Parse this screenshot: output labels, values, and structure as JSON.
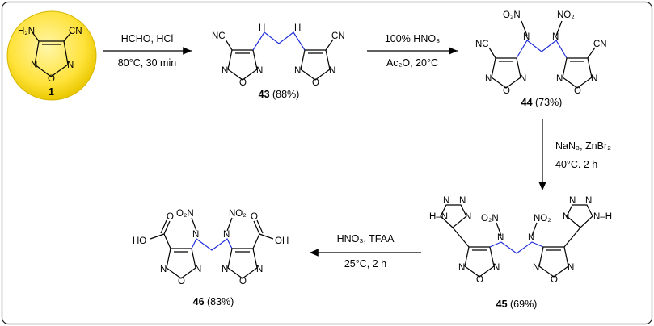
{
  "compounds": {
    "c1": {
      "num": "1"
    },
    "c43": {
      "num": "43",
      "yield": " (88%)"
    },
    "c44": {
      "num": "44",
      "yield": " (73%)"
    },
    "c45": {
      "num": "45",
      "yield": " (69%)"
    },
    "c46": {
      "num": "46",
      "yield": " (83%)"
    }
  },
  "atoms": {
    "CN": "CN",
    "NC": "NC",
    "H2N": "H₂N",
    "N": "N",
    "O": "O",
    "H": "H",
    "NO2": "NO₂",
    "O2N": "O₂N",
    "HO": "HO",
    "OH": "OH",
    "HN": "H–N",
    "NH": "N–H"
  },
  "steps": {
    "s1": {
      "reagents": "HCHO, HCl",
      "conditions": "80°C, 30 min"
    },
    "s2": {
      "reagents": "100% HNO₃",
      "conditions": "Ac₂O, 20°C"
    },
    "s3": {
      "reagents": "NaN₃, ZnBr₂",
      "conditions": "40°C. 2 h"
    },
    "s4": {
      "reagents": "HNO₃, TFAA",
      "conditions": "25°C, 2 h"
    }
  },
  "colors": {
    "highlight": "#ffe23a",
    "linker": "#1f2fd8"
  }
}
